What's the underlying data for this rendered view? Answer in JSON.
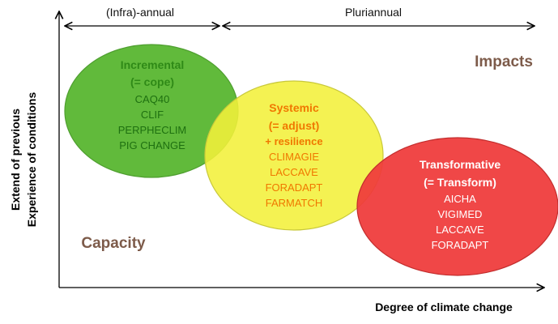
{
  "timescale": {
    "left_label": "(Infra)-annual",
    "right_label": "Pluriannual"
  },
  "axes": {
    "y_label_line1": "Extend of previous",
    "y_label_line2": "Experience of conditions",
    "x_label": "Degree of climate change"
  },
  "corner_labels": {
    "impacts": "Impacts",
    "capacity": "Capacity"
  },
  "ellipses": [
    {
      "title": "Incremental",
      "subtitle": "(= cope)",
      "extra": "",
      "projects": [
        "CAQ40",
        "CLIF",
        "PERPHECLIM",
        "PIG CHANGE"
      ],
      "fill": "#5cb835",
      "title_color": "#2f8a17",
      "project_color": "#1e7010"
    },
    {
      "title": "Systemic",
      "subtitle": "(= adjust)",
      "extra": "+ resilience",
      "projects": [
        "CLIMAGIE",
        "LACCAVE",
        "FORADAPT",
        "FARMATCH"
      ],
      "fill": "#f2f03a",
      "title_color": "#f07800",
      "project_color": "#f07800"
    },
    {
      "title": "Transformative",
      "subtitle": "(= Transform)",
      "extra": "",
      "projects": [
        "AICHA",
        "VIGIMED",
        "LACCAVE",
        "FORADAPT"
      ],
      "fill": "#ef3b3b",
      "title_color": "#ffffff",
      "project_color": "#ffffff"
    }
  ],
  "colors": {
    "accent_brown": "#7d5b4a",
    "axis": "#000000"
  }
}
